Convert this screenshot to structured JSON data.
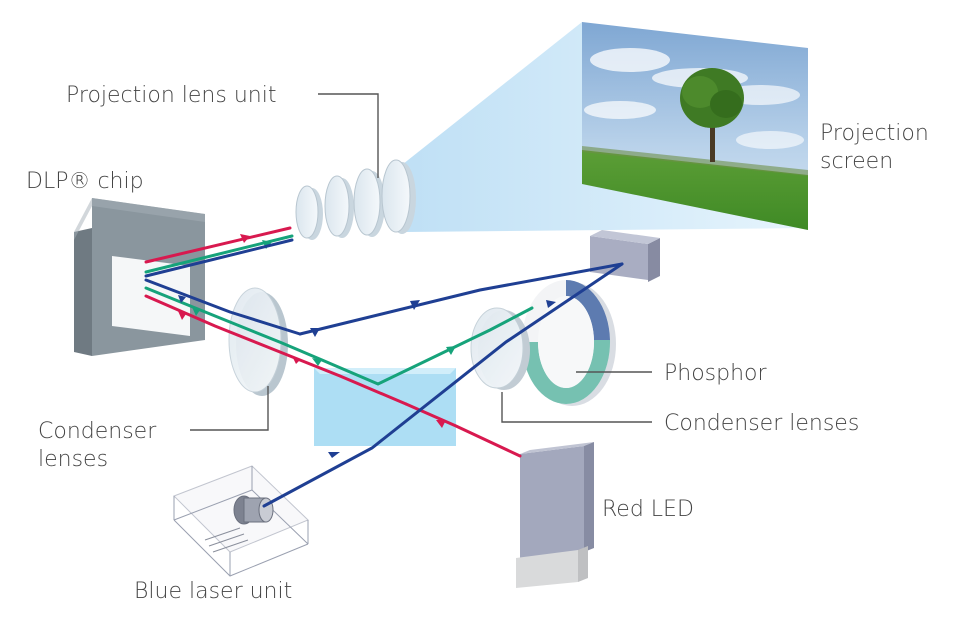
{
  "labels": {
    "projection_lens_unit": "Projection lens unit",
    "dlp_chip": "DLP® chip",
    "projection_screen_line1": "Projection",
    "projection_screen_line2": "screen",
    "phosphor": "Phosphor",
    "condenser_lenses_right": "Condenser lenses",
    "condenser_lenses_left_line1": "Condenser",
    "condenser_lenses_left_line2": "lenses",
    "red_led": "Red LED",
    "blue_laser_unit": "Blue laser unit"
  },
  "colors": {
    "red_beam": "#d8194f",
    "green_beam": "#16a37a",
    "blue_beam": "#1f3f93",
    "chip_frame": "#8a969e",
    "prism": "#a9dcf3",
    "led_body": "#a3a8bd",
    "reflector": "#a9adc2",
    "phosphor_blue": "#5d7bb0",
    "phosphor_green": "#5fb7a5",
    "sky": "#8db4da",
    "grass": "#4f9a2f"
  }
}
